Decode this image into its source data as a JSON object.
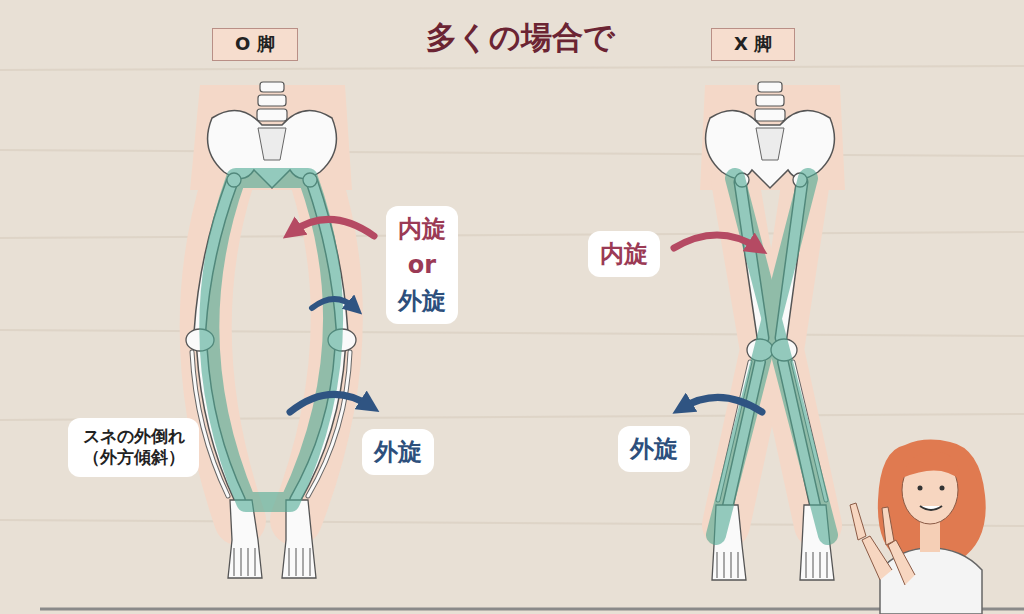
{
  "diagram": {
    "title": "多くの場合で",
    "nodes": [
      {
        "text": [
          "O 脚"
        ]
      },
      {
        "text": [
          "X 脚"
        ]
      },
      {
        "text": [
          "内旋",
          "or",
          "外旋"
        ]
      },
      {
        "text": [
          "外旋"
        ]
      },
      {
        "text": [
          "スネの外倒れ （外方傾斜）"
        ]
      },
      {
        "text": [
          "内旋"
        ]
      },
      {
        "text": [
          "外旋"
        ]
      }
    ]
  }
}
